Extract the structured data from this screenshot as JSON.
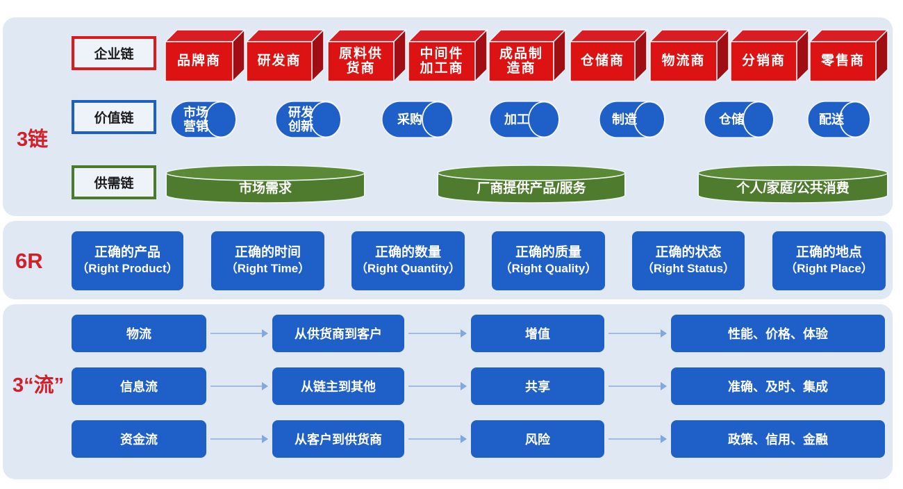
{
  "panels": {
    "chains": {
      "label": "3链",
      "rows": [
        {
          "badge": "企业链",
          "style": "red-box",
          "items": [
            "品牌商",
            "研发商",
            "原料供\n货商",
            "中间件\n加工商",
            "成品制\n造商",
            "仓储商",
            "物流商",
            "分销商",
            "零售商"
          ]
        },
        {
          "badge": "价值链",
          "style": "blue-cylinder",
          "items": [
            "市场\n营销",
            "研发\n创新",
            "采购",
            "加工",
            "制造",
            "仓储",
            "配送"
          ]
        },
        {
          "badge": "供需链",
          "style": "green-disk",
          "items": [
            "市场需求",
            "厂商提供产品/服务",
            "个人/家庭/公共消费"
          ]
        }
      ]
    },
    "six_r": {
      "label": "6R",
      "cards": [
        {
          "cn": "正确的产品",
          "en": "（Right Product）"
        },
        {
          "cn": "正确的时间",
          "en": "（Right Time）"
        },
        {
          "cn": "正确的数量",
          "en": "（Right Quantity）"
        },
        {
          "cn": "正确的质量",
          "en": "（Right Quality）"
        },
        {
          "cn": "正确的状态",
          "en": "（Right Status）"
        },
        {
          "cn": "正确的地点",
          "en": "（Right Place）"
        }
      ]
    },
    "flows": {
      "label": "3“流”",
      "rows": [
        {
          "name": "物流",
          "direction": "从供货商到客户",
          "effect": "增值",
          "attributes": "性能、价格、体验"
        },
        {
          "name": "信息流",
          "direction": "从链主到其他",
          "effect": "共享",
          "attributes": "准确、及时、集成"
        },
        {
          "name": "资金流",
          "direction": "从客户到供货商",
          "effect": "风险",
          "attributes": "政策、信用、金融"
        }
      ]
    }
  },
  "colors": {
    "panel_bg": "#dfe8f3",
    "red": "#dd1212",
    "red_dark": "#9c0d12",
    "blue": "#1f5fc8",
    "green": "#4f7b2e",
    "label_red": "#d1202a",
    "arrow": "#9dbde8"
  }
}
